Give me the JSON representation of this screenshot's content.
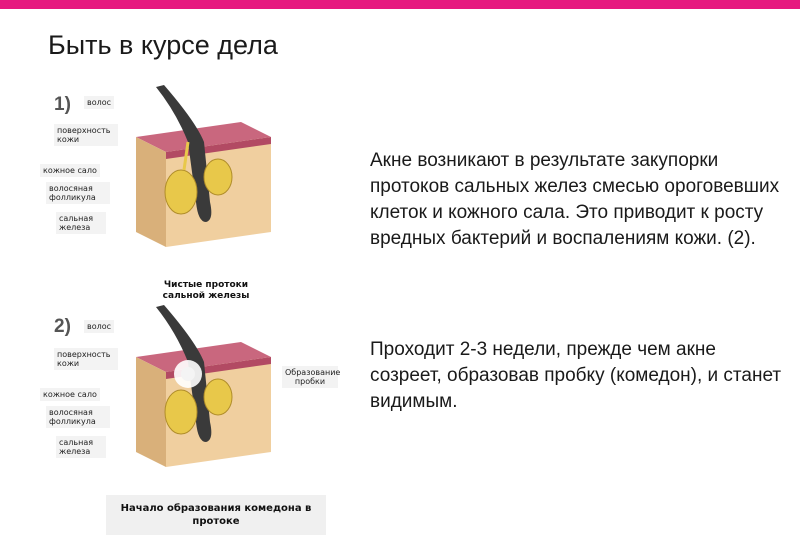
{
  "title": "Быть в курсе дела",
  "colors": {
    "accent_bar": "#e6197f",
    "skin": "#f0cf9f",
    "skin_top": "#c9677e",
    "gland": "#e8c84a"
  },
  "figure1": {
    "number": "1)",
    "labels": [
      "волос",
      "поверхность кожи",
      "кожное сало",
      "волосяная фолликула",
      "сальная железа"
    ],
    "caption": "Чистые протоки сальной железы"
  },
  "figure2": {
    "number": "2)",
    "labels": [
      "волос",
      "поверхность кожи",
      "кожное сало",
      "волосяная фолликула",
      "сальная железа"
    ],
    "plug_label": "Образование пробки",
    "caption": "Начало образования комедона в протоке"
  },
  "paragraphs": [
    "Акне возникают в результате закупорки протоков сальных желез  смесью ороговевших клеток и кожного сала. Это приводит к росту вредных бактерий и воспалениям кожи. (2).",
    "Проходит 2-3 недели, прежде чем акне созреет, образовав пробку (комедон), и станет видимым."
  ]
}
